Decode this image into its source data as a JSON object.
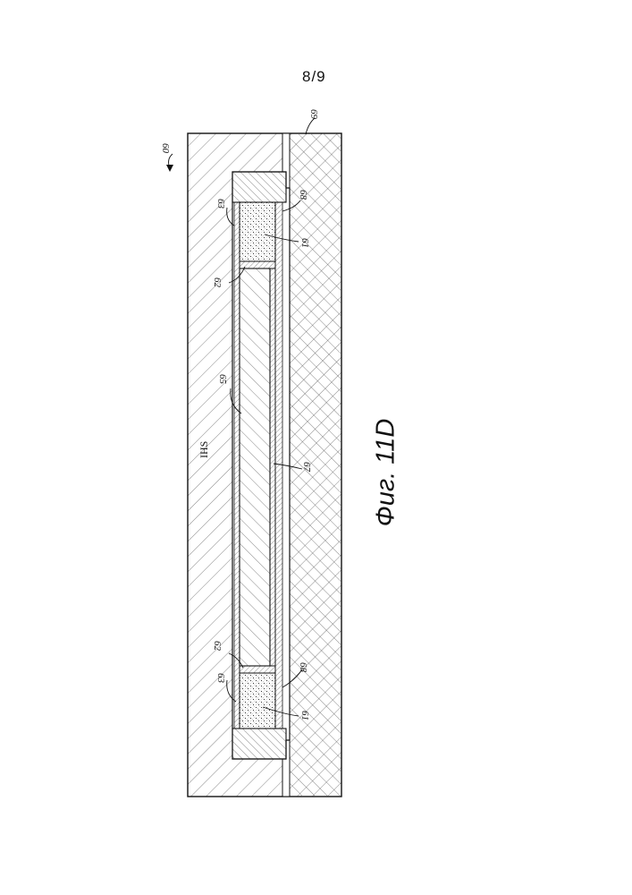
{
  "page": {
    "number": "8/9"
  },
  "figure": {
    "caption": "Фиг. 11D"
  },
  "labels": {
    "assembly": "60",
    "lid": "69",
    "ihs": "IHS",
    "l63_top": "63",
    "l68_top": "68",
    "l61_top": "61",
    "l62_top": "62",
    "l65": "65",
    "l67": "67",
    "l62_bot": "62",
    "l63_bot": "63",
    "l68_bot": "68",
    "l61_bot": "61"
  }
}
